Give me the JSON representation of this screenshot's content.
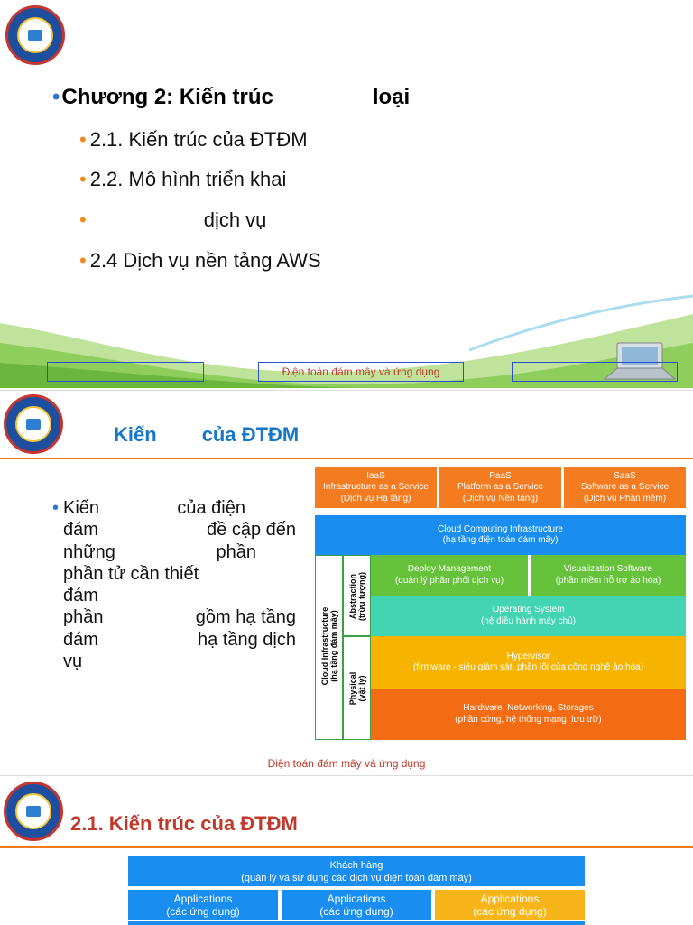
{
  "slide1": {
    "heading": "Chương 2: Kiến trúc",
    "heading_tail": "loại",
    "items": [
      "2.1. Kiến trúc của ĐTĐM",
      "2.2. Mô hình triển khai",
      "dịch vụ",
      "2.4 Dịch vụ nền tảng AWS"
    ],
    "footer": "Điện toán đám mây và ứng dụng"
  },
  "slide2": {
    "title_a": "Kiến",
    "title_b": "của ĐTĐM",
    "lines": [
      [
        "Kiến",
        "của điện"
      ],
      [
        "đám",
        "đề cập đến"
      ],
      [
        "những",
        "phần"
      ],
      [
        "phần tử cần thiết",
        ""
      ],
      [
        "đám",
        ""
      ],
      [
        "phần",
        "gồm hạ tầng"
      ],
      [
        "đám",
        "hạ tầng dịch"
      ],
      [
        "vụ",
        ""
      ]
    ],
    "diagram": {
      "iaas": [
        "IaaS",
        "Infrastructure as a Service",
        "(Dịch vụ Hạ tầng)"
      ],
      "paas": [
        "PaaS",
        "Platform as a Service",
        "(Dịch vụ Nền tảng)"
      ],
      "saas": [
        "SaaS",
        "Software as a Service",
        "(Dịch vụ Phần mềm)"
      ],
      "cci": [
        "Cloud Computing Infrastructure",
        "(hạ tầng điện toán đám mây)"
      ],
      "cloud_infra": [
        "Cloud Infrastructure",
        "(hạ tầng đám mây)"
      ],
      "abstraction": [
        "Abstraction",
        "(trừu tượng)"
      ],
      "physical": [
        "Physical",
        "(vật lý)"
      ],
      "deploy": [
        "Deploy Management",
        "(quản lý phân phối dịch vụ)"
      ],
      "visual": [
        "Visualization Software",
        "(phần mềm hỗ trợ ảo hóa)"
      ],
      "os": [
        "Operating System",
        "(hệ điều hành máy chủ)"
      ],
      "hyper": [
        "Hypervisor",
        "(firmware - siêu giám sát, phần lõi của công nghệ ảo hóa)"
      ],
      "hw": [
        "Hardware, Networking, Storages",
        "(phần cứng, hệ thống mạng, lưu trữ)"
      ]
    },
    "footer": "Điện toán đám mây và ứng dụng"
  },
  "slide3": {
    "title": "2.1. Kiến trúc của ĐTĐM",
    "customer": [
      "Khách hàng",
      "(quản lý và sử dụng các dịch vụ điện toán đám mây)"
    ],
    "apps": [
      [
        "Applications",
        "(các ứng dụng)"
      ],
      [
        "Applications",
        "(các ứng dụng)"
      ],
      [
        "Applications",
        "(các ứng dụng)"
      ]
    ]
  },
  "colors": {
    "orange": "#f47b20",
    "blue": "#1a8ef0",
    "green": "#66c23a",
    "teal": "#43d4b4",
    "amber": "#f6b400",
    "deep_orange": "#f36b12",
    "gold": "#f7b51a"
  }
}
